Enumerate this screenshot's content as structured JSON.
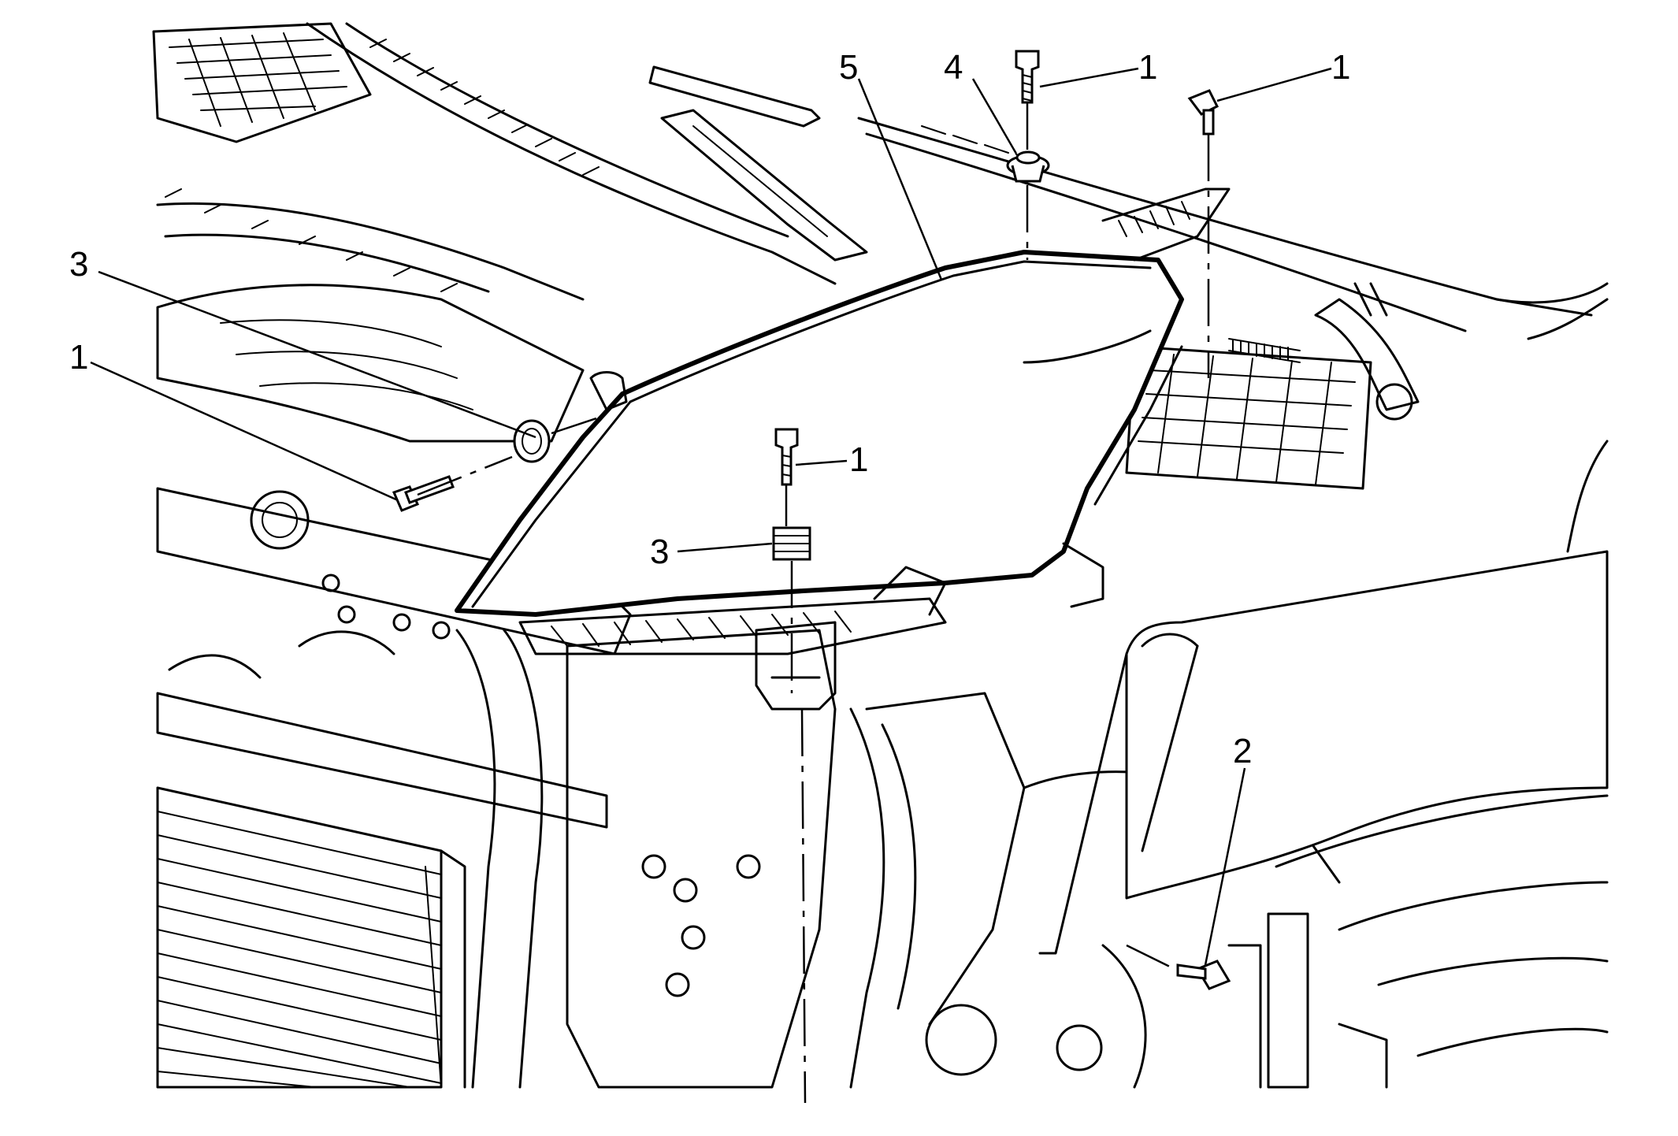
{
  "callouts": {
    "c1_top_center": "1",
    "c1_top_right": "1",
    "c1_left": "1",
    "c1_middle": "1",
    "c2": "2",
    "c3_left": "3",
    "c3_middle": "3",
    "c4": "4",
    "c5": "5"
  }
}
